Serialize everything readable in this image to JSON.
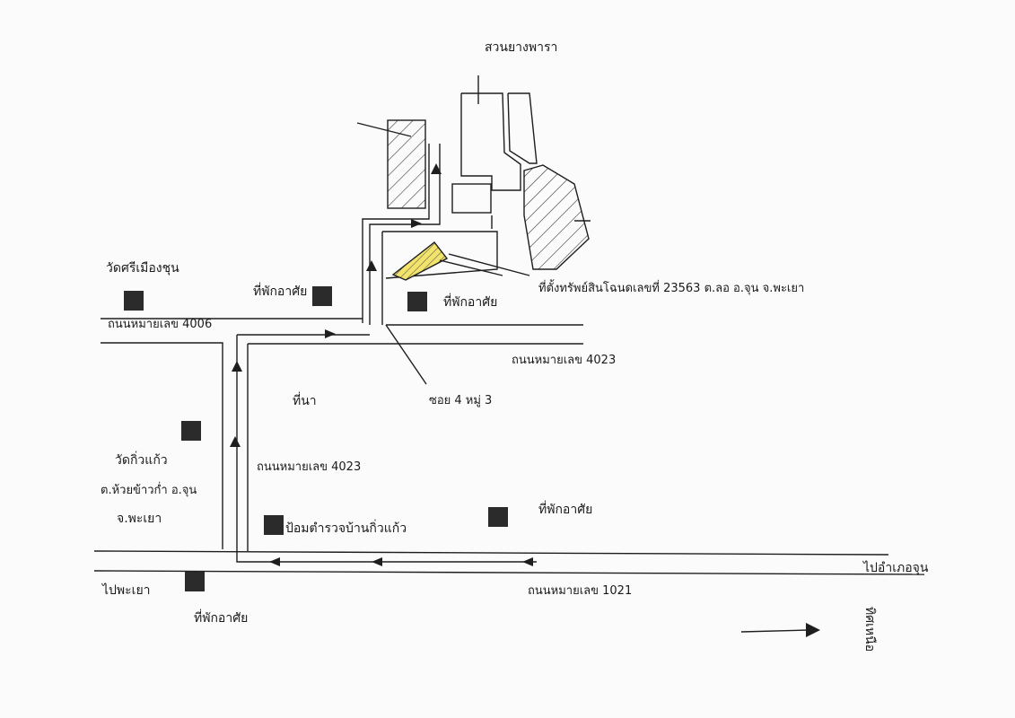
{
  "labels": {
    "rubber_garden": "สวนยางพารา",
    "wat_sri_muang_chun": "วัดศรีเมืองชุน",
    "residence_1": "ที่พักอาศัย",
    "residence_2": "ที่พักอาศัย",
    "residence_3": "ที่พักอาศัย",
    "residence_4": "ที่พักอาศัย",
    "property": "ที่ตั้งทรัพย์สินโฉนดเลขที่ 23563 ต.ลอ อ.จุน จ.พะเยา",
    "road_4006": "ถนนหมายเลข 4006",
    "road_4023_a": "ถนนหมายเลข 4023",
    "road_4023_b": "ถนนหมายเลข 4023",
    "road_1021": "ถนนหมายเลข 1021",
    "soi": "ซอย 4 หมู่ 3",
    "paddy": "ที่นา",
    "wat_kiew_kaew": "วัดกิ่วแก้ว",
    "tambon": "ต.ห้วยข้าวก่ำ อ.จุน",
    "province": "จ.พะเยา",
    "police_box": "ป้อมตำรวจบ้านกิ่วแก้ว",
    "to_phayao": "ไปพะเยา",
    "to_chun": "ไปอำเภอจุน",
    "north": "ทิศเหนือ"
  },
  "colors": {
    "line": "#1e1e1e",
    "building": "#2b2b2b",
    "highlight": "#f2e36a"
  }
}
